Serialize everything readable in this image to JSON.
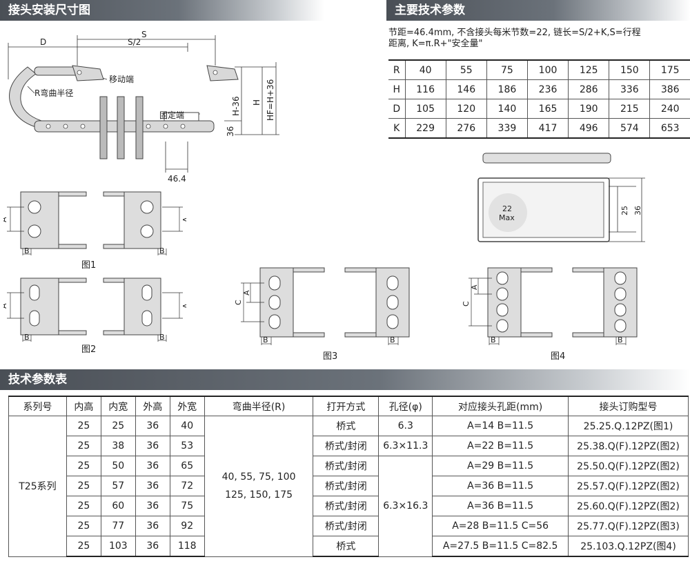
{
  "sections": {
    "install_dims": "接头安装尺寸图",
    "main_params": "主要技术参数",
    "tech_table": "技术参数表"
  },
  "intro_lines": [
    "节距=46.4mm, 不含接头每米节数=22, 链长=S/2+K,S=行程",
    "距离, K=π.R+\"安全量\""
  ],
  "drawing_labels": {
    "D": "D",
    "S": "S",
    "S_half": "S/2",
    "moving_end": "移动端",
    "bend_radius": "R弯曲半径",
    "fixed_end": "固定端",
    "pitch": "46.4",
    "h36": "H-36",
    "H": "H",
    "hf": "HF=H+36",
    "d36": "36"
  },
  "section_labels": {
    "inner": "25",
    "outer": "36",
    "max_top": "22",
    "max_bottom": "Max"
  },
  "fig_labels": {
    "fig1": "图1",
    "fig2": "图2",
    "fig3": "图3",
    "fig4": "图4",
    "A": "A",
    "B": "B",
    "C": "C"
  },
  "param_table": [
    [
      "R",
      "40",
      "55",
      "75",
      "100",
      "125",
      "150",
      "175"
    ],
    [
      "H",
      "116",
      "146",
      "186",
      "236",
      "286",
      "336",
      "386"
    ],
    [
      "D",
      "105",
      "120",
      "140",
      "165",
      "190",
      "215",
      "240"
    ],
    [
      "K",
      "229",
      "276",
      "339",
      "417",
      "496",
      "574",
      "653"
    ]
  ],
  "spec_table": {
    "headers": [
      "系列号",
      "内高",
      "内宽",
      "外高",
      "外宽",
      "弯曲半径(R)",
      "打开方式",
      "孔径(φ)",
      "对应接头孔距(mm)",
      "接头订购型号"
    ],
    "series": "T25系列",
    "radius_line1": "40, 55, 75, 100",
    "radius_line2": "125, 150, 175",
    "hole_a": "6.3",
    "hole_b": "6.3×11.3",
    "hole_c": "6.3×16.3",
    "rows": [
      [
        "25",
        "25",
        "36",
        "40",
        "桥式",
        "A=14  B=11.5",
        "25.25.Q.12PZ(图1)"
      ],
      [
        "25",
        "38",
        "36",
        "53",
        "桥式/封闭",
        "A=22  B=11.5",
        "25.38.Q(F).12PZ(图2)"
      ],
      [
        "25",
        "50",
        "36",
        "65",
        "桥式/封闭",
        "A=29  B=11.5",
        "25.50.Q(F).12PZ(图2)"
      ],
      [
        "25",
        "57",
        "36",
        "72",
        "桥式/封闭",
        "A=36  B=11.5",
        "25.57.Q(F).12PZ(图2)"
      ],
      [
        "25",
        "60",
        "36",
        "75",
        "桥式/封闭",
        "A=36  B=11.5",
        "25.60.Q(F).12PZ(图2)"
      ],
      [
        "25",
        "77",
        "36",
        "92",
        "桥式/封闭",
        "A=28     B=11.5   C=56",
        "25.77.Q(F).12PZ(图3)"
      ],
      [
        "25",
        "103",
        "36",
        "118",
        "桥式",
        "A=27.5  B=11.5   C=82.5",
        "25.103.Q.12PZ(图4)"
      ]
    ]
  }
}
